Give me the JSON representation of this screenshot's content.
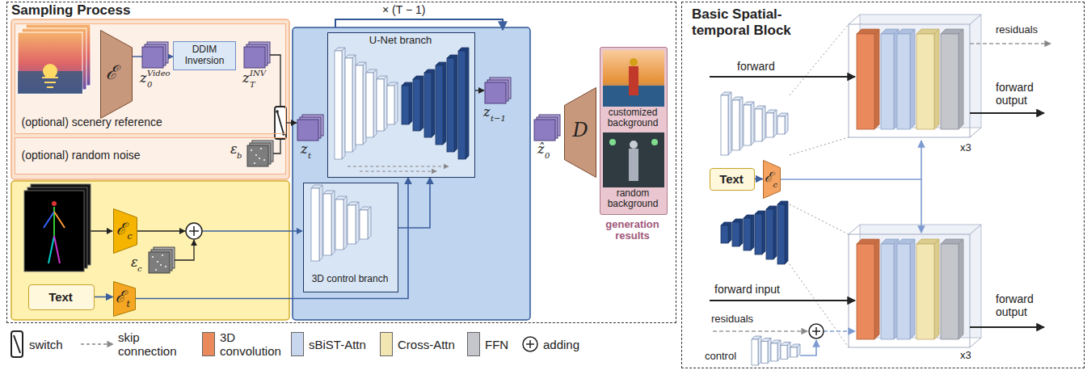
{
  "diagram": {
    "nodes": [
      {
        "text": [
          "Sampling Process"
        ]
      },
      {
        "text": [
          "(optional) scenery reference"
        ],
        "in": 0
      },
      {
        "text": [
          "ℰ"
        ],
        "in": 1
      },
      {
        "text": [
          "DDIM Inversion"
        ],
        "in": 1
      },
      {
        "text": [
          "(optional) random noise"
        ],
        "in": 0
      },
      {
        "text": [
          "U-Net branch"
        ],
        "in": 0
      },
      {
        "text": [
          "3D control branch"
        ],
        "in": 0
      },
      {
        "text": [
          "ℰ",
          "c"
        ],
        "in": 0
      },
      {
        "text": [
          "Text"
        ],
        "in": 0
      },
      {
        "text": [
          "ℰ",
          "t"
        ],
        "in": 0
      },
      {
        "text": [
          "D"
        ],
        "in": 0
      },
      {
        "text": [
          "customized background",
          "random background",
          "generation results"
        ],
        "in": 0
      },
      {
        "text": [
          "Basic Spatial-temporal Block"
        ]
      },
      {
        "text": [
          "Text"
        ],
        "in": 12
      },
      {
        "text": [
          "ℰ",
          "c"
        ],
        "in": 12
      }
    ],
    "edges": [
      {
        "from": 2,
        "to": 3,
        "arrow": "to"
      },
      {
        "from": 8,
        "to": 9,
        "arrow": "to"
      },
      {
        "from": 9,
        "to": 5,
        "arrow": "to"
      },
      {
        "from": 6,
        "to": 5,
        "arrow": "to"
      },
      {
        "from": 13,
        "to": 14,
        "arrow": "to"
      }
    ],
    "labels": [
      "× (T − 1)",
      "z",
      "0",
      "Video",
      "z",
      "T",
      "INV",
      "ε",
      "b",
      "z",
      "t",
      "z",
      "t−1",
      "ẑ",
      "0",
      "ε",
      "c",
      "residuals",
      "forward",
      "forward output",
      "x3",
      "forward input",
      "residuals",
      "control",
      "x3",
      "forward output"
    ],
    "legend": [
      {
        "text": "switch"
      },
      {
        "text": "skip connection"
      },
      {
        "text": "3D convolution",
        "color": "#e9895c"
      },
      {
        "text": "sBiST-Attn",
        "color": "#c9d7ee"
      },
      {
        "text": "Cross-Attn",
        "color": "#f2e6b3"
      },
      {
        "text": "FFN",
        "color": "#c4c6cc"
      },
      {
        "text": "adding"
      }
    ]
  }
}
